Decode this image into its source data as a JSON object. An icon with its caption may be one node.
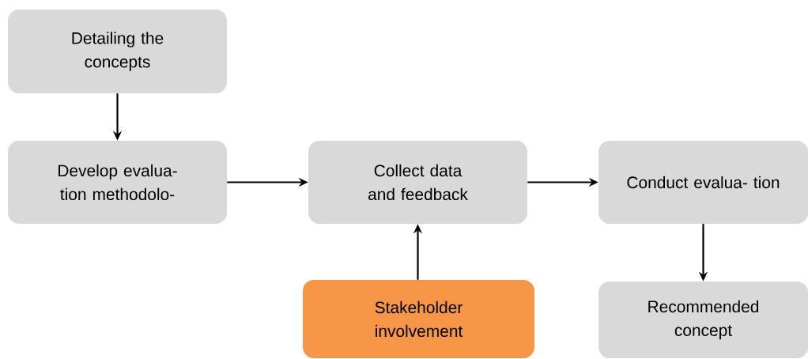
{
  "diagram": {
    "nodes": [
      {
        "text": [
          "Detailing the concepts"
        ]
      },
      {
        "text": [
          "Develop evalua- tion methodolo-"
        ]
      },
      {
        "text": [
          "Collect data and feedback"
        ]
      },
      {
        "text": [
          "Conduct evalua- tion"
        ]
      },
      {
        "text": [
          "Stakeholder involvement"
        ]
      },
      {
        "text": [
          "Recommended concept"
        ]
      }
    ],
    "edges": [
      {
        "from": 0,
        "to": 1,
        "arrow": "to"
      },
      {
        "from": 1,
        "to": 2,
        "arrow": "to"
      },
      {
        "from": 2,
        "to": 3,
        "arrow": "to"
      },
      {
        "from": 4,
        "to": 2,
        "arrow": "to"
      },
      {
        "from": 3,
        "to": 5,
        "arrow": "to"
      }
    ]
  }
}
